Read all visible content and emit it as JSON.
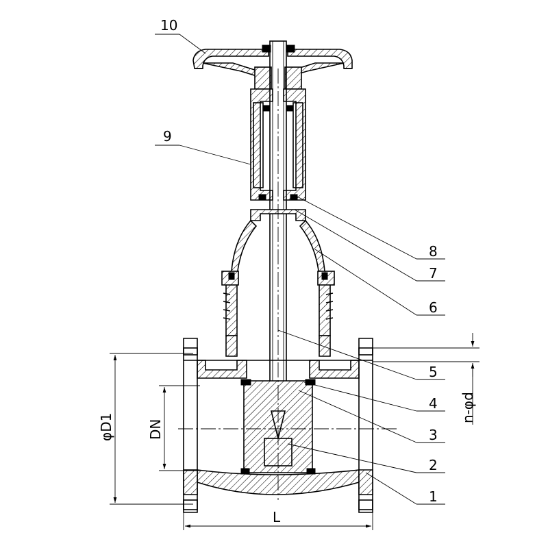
{
  "callouts": [
    {
      "id": "1",
      "text": "1"
    },
    {
      "id": "2",
      "text": "2"
    },
    {
      "id": "3",
      "text": "3"
    },
    {
      "id": "4",
      "text": "4"
    },
    {
      "id": "5",
      "text": "5"
    },
    {
      "id": "6",
      "text": "6"
    },
    {
      "id": "7",
      "text": "7"
    },
    {
      "id": "8",
      "text": "8"
    },
    {
      "id": "9",
      "text": "9"
    },
    {
      "id": "10",
      "text": "10"
    }
  ],
  "dimensions": {
    "flange_diameter": "φD1",
    "nominal_diameter": "DN",
    "length": "L",
    "bolt_holes": "n-φd"
  }
}
